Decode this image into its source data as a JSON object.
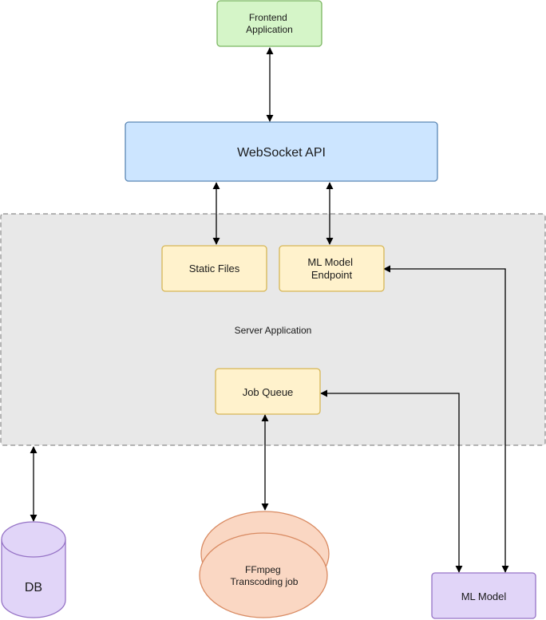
{
  "nodes": {
    "frontend": {
      "lines": [
        "Frontend",
        "Application"
      ]
    },
    "websocket_api": {
      "label": "WebSocket API"
    },
    "server_application": {
      "label": "Server Application"
    },
    "static_files": {
      "label": "Static Files"
    },
    "ml_model_endpoint": {
      "lines": [
        "ML Model",
        "Endpoint"
      ]
    },
    "job_queue": {
      "label": "Job Queue"
    },
    "db": {
      "label": "DB"
    },
    "ffmpeg": {
      "lines": [
        "FFmpeg",
        "Transcoding job"
      ]
    },
    "ml_model": {
      "label": "ML Model"
    }
  },
  "colors": {
    "green_fill": "#d5f5c8",
    "green_stroke": "#7bb661",
    "blue_fill": "#cce5ff",
    "blue_stroke": "#5b87b5",
    "yellow_fill": "#fff2cc",
    "yellow_stroke": "#d6b656",
    "purple_fill": "#e1d5f8",
    "purple_stroke": "#9673c6",
    "orange_fill": "#fad7c3",
    "orange_stroke": "#d98b63",
    "container_fill": "#e8e8e8",
    "container_stroke": "#8a8a8a",
    "edge": "#000000"
  },
  "edges": [
    {
      "from": "frontend",
      "to": "websocket_api",
      "bidirectional": true
    },
    {
      "from": "websocket_api",
      "to": "static_files",
      "bidirectional": true
    },
    {
      "from": "websocket_api",
      "to": "ml_model_endpoint",
      "bidirectional": true
    },
    {
      "from": "ml_model_endpoint",
      "to": "ml_model",
      "bidirectional": true
    },
    {
      "from": "job_queue",
      "to": "ml_model",
      "bidirectional": true
    },
    {
      "from": "job_queue",
      "to": "ffmpeg",
      "bidirectional": true
    },
    {
      "from": "server_application",
      "to": "db",
      "bidirectional": true
    }
  ]
}
